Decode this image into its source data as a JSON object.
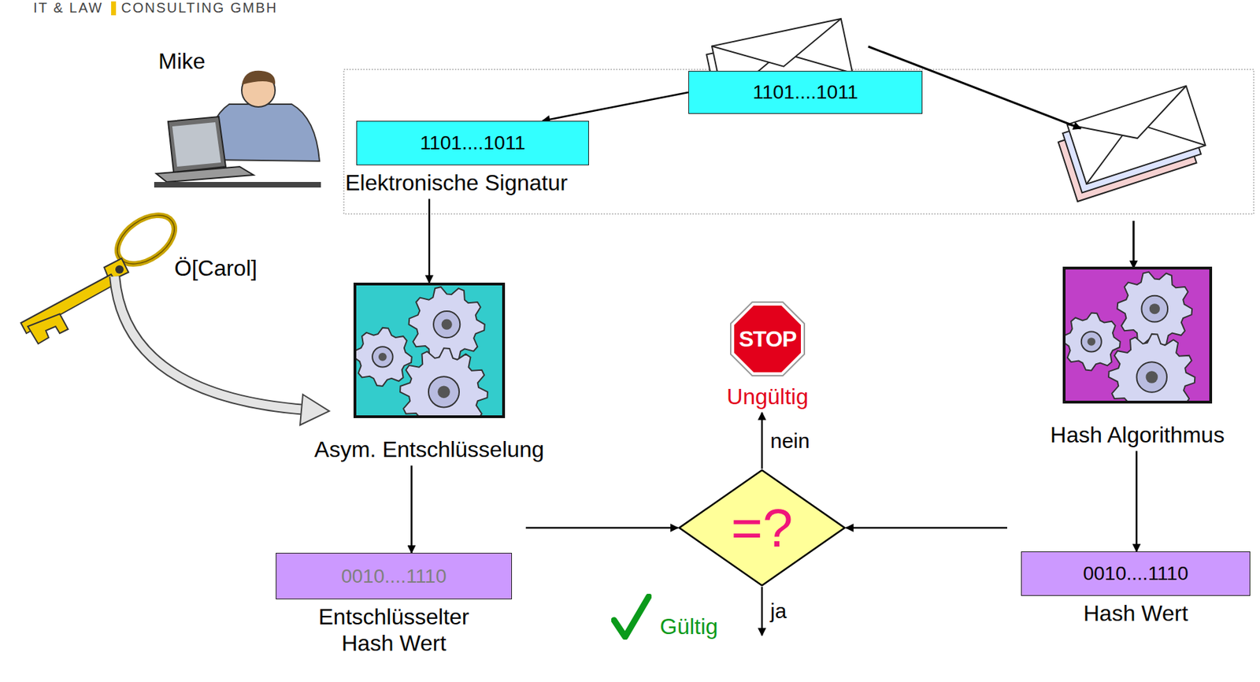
{
  "diagram": {
    "nodes": [
      {
        "text": [
          "1101....1011"
        ]
      },
      {
        "text": [
          "1101....1011",
          "Elektronische Signatur"
        ]
      },
      {
        "text": [
          "Asym. Entschlüsselung"
        ]
      },
      {
        "text": [
          "Hash Algorithmus"
        ]
      },
      {
        "text": [
          "0010....1110",
          "Entschlüsselter Hash Wert"
        ]
      },
      {
        "text": [
          "0010....1110",
          "Hash Wert"
        ]
      },
      {
        "text": [
          "=?"
        ]
      },
      {
        "text": [
          "Ungültig"
        ]
      },
      {
        "text": [
          "Gültig"
        ]
      }
    ],
    "edges": [
      {
        "from": 0,
        "to": 1,
        "arrow": "to"
      },
      {
        "from": 1,
        "to": 2,
        "arrow": "to"
      },
      {
        "from": 2,
        "to": 4,
        "arrow": "to"
      },
      {
        "from": 3,
        "to": 5,
        "arrow": "to"
      },
      {
        "from": 4,
        "to": 6,
        "arrow": "to"
      },
      {
        "from": 5,
        "to": 6,
        "arrow": "to"
      },
      {
        "from": 6,
        "to": 7,
        "label": "nein",
        "arrow": "to"
      },
      {
        "from": 6,
        "to": 8,
        "label": "ja",
        "arrow": "to"
      }
    ],
    "labels": [
      "IT & LAW",
      "CONSULTING GMBH",
      "Mike",
      "Ö[Carol]",
      "STOP"
    ]
  }
}
